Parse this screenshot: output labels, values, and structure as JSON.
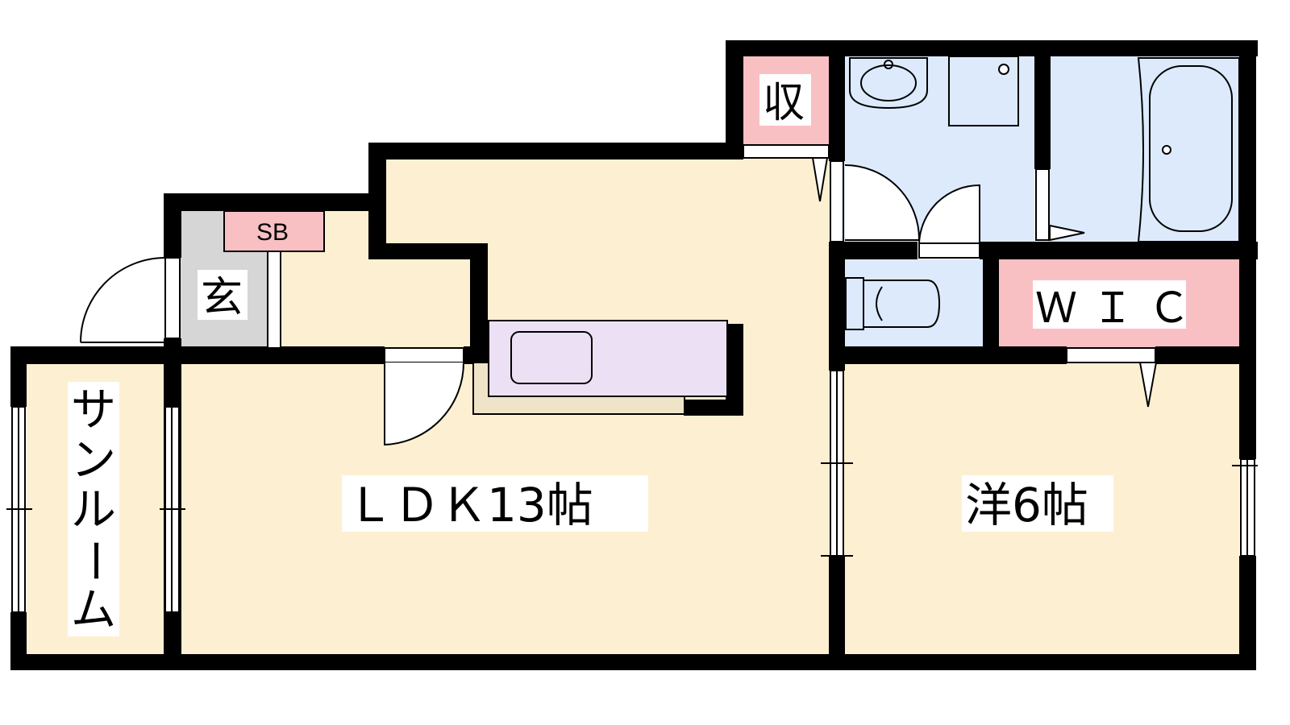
{
  "floor_plan": {
    "rooms": {
      "ldk": {
        "label": "ＬＤＫ13帖"
      },
      "western": {
        "label": "洋6帖"
      },
      "sunroom": {
        "label": "サンルーム",
        "chars": [
          "サ",
          "ン",
          "ル",
          "ー",
          "ム"
        ]
      },
      "entrance": {
        "label": "玄"
      },
      "shoe_box": {
        "label": "SB"
      },
      "storage": {
        "label": "収"
      },
      "wic": {
        "label": "ＷＩＣ"
      }
    },
    "colors": {
      "living": "#fdf0d2",
      "entrance": "#d6d6d6",
      "storage": "#f9c0c4",
      "wet_area": "#dceafb",
      "kitchen": "#ece0f5",
      "counter": "#efe3c8",
      "wall": "#000000"
    }
  }
}
